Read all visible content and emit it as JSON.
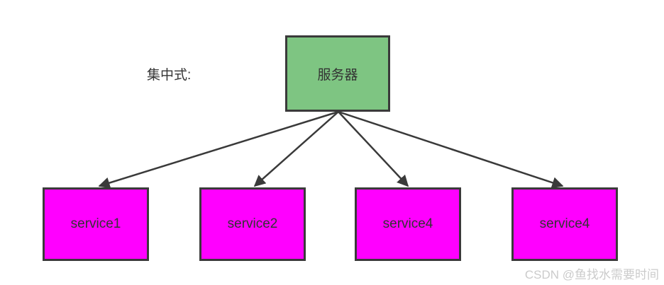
{
  "diagram": {
    "caption": "集中式:",
    "server": {
      "label": "服务器"
    },
    "services": [
      {
        "label": "service1"
      },
      {
        "label": "service2"
      },
      {
        "label": "service4"
      },
      {
        "label": "service4"
      }
    ]
  },
  "colors": {
    "page-bg": "#ffffff",
    "server-fill": "#7ec582",
    "service-fill": "#ff00ff",
    "stroke": "#3a3a3a",
    "text": "#333333",
    "watermark": "#cbcbcb"
  },
  "watermark": {
    "text": "CSDN @鱼找水需要时间"
  }
}
